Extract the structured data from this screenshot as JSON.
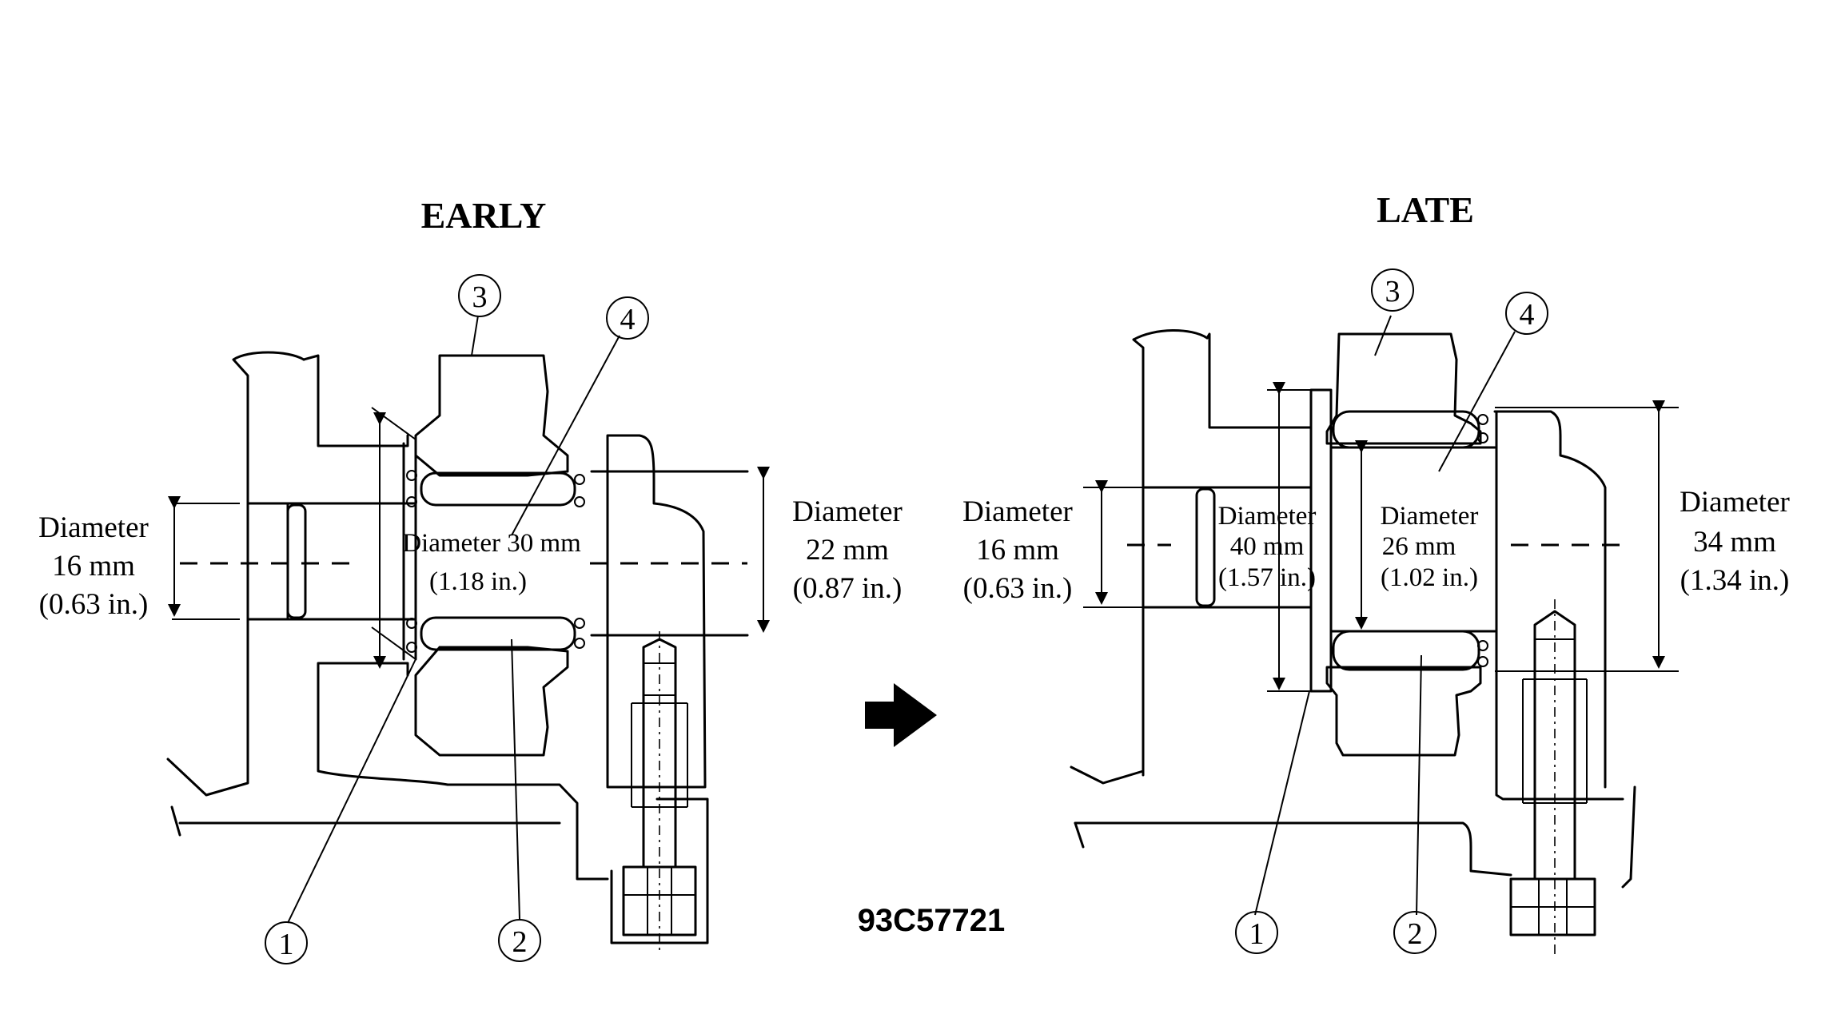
{
  "headings": {
    "early": "EARLY",
    "late": "LATE"
  },
  "callouts": [
    "1",
    "2",
    "3",
    "4"
  ],
  "early": {
    "left_dim": [
      "Diameter",
      "16 mm",
      "(0.63 in.)"
    ],
    "inner_dim": [
      "Diameter 30 mm",
      "(1.18 in.)"
    ],
    "right_dim": [
      "Diameter",
      "22 mm",
      "(0.87 in.)"
    ]
  },
  "late": {
    "left_dim": [
      "Diameter",
      "16 mm",
      "(0.63 in.)"
    ],
    "dim_40": [
      "Diameter",
      "40 mm",
      "(1.57 in.)"
    ],
    "dim_26": [
      "Diameter",
      "26 mm",
      "(1.02 in.)"
    ],
    "right_dim": [
      "Diameter",
      "34 mm",
      "(1.34 in.)"
    ]
  },
  "figure_code": "93C57721"
}
